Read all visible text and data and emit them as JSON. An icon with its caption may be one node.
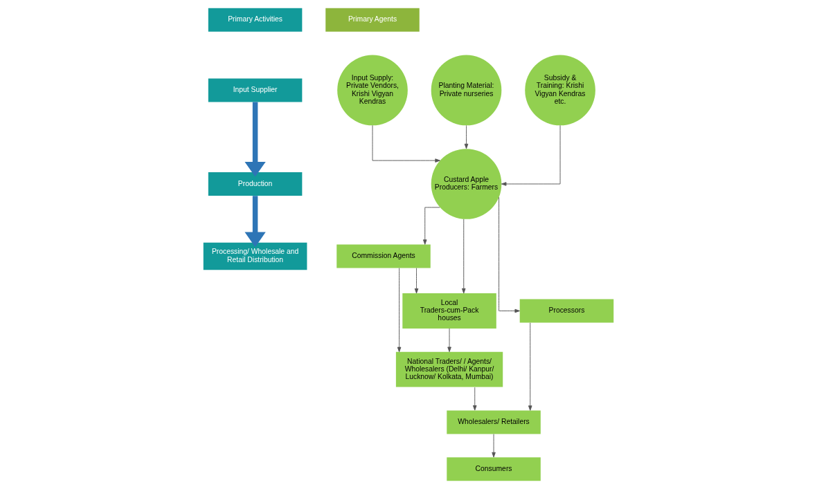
{
  "diagram": {
    "nodes": [
      {
        "text": [
          "Primary Activities"
        ]
      },
      {
        "text": [
          "Primary Agents"
        ]
      },
      {
        "text": [
          "Input Supplier"
        ]
      },
      {
        "text": [
          "Production"
        ]
      },
      {
        "text": [
          "Processing/ Wholesale and Retail Distribution"
        ]
      },
      {
        "text": [
          "Planting Material: Private nurseries"
        ]
      },
      {
        "text": [
          "Input Supply: Private Vendors, Krishi Vigyan Kendras"
        ]
      },
      {
        "text": [
          "Subsidy & Training: Krishi Vigyan Kendras etc."
        ]
      },
      {
        "text": [
          "Custard Apple Producers: Farmers"
        ]
      },
      {
        "text": [
          "Commission Agents"
        ]
      },
      {
        "text": [
          "National Traders/ / Agents/ Wholesalers (Delhi/ Kanpur/ Lucknow/ Kolkata, Mumbai)"
        ]
      },
      {
        "text": [
          "Local Traders-cum-Pack houses"
        ]
      },
      {
        "text": [
          "Processors"
        ]
      },
      {
        "text": [
          "Wholesalers/ Retailers"
        ]
      },
      {
        "text": [
          "Consumers"
        ]
      }
    ],
    "edges": [
      {
        "from": 2,
        "to": 3,
        "arrow": "to",
        "style": "thick",
        "color": "#2e75b6"
      },
      {
        "from": 3,
        "to": 4,
        "arrow": "to",
        "style": "thick",
        "color": "#2e75b6"
      },
      {
        "from": 5,
        "to": 8,
        "arrow": "to"
      },
      {
        "from": 6,
        "to": 8,
        "arrow": "to"
      },
      {
        "from": 7,
        "to": 8,
        "arrow": "to"
      },
      {
        "from": 8,
        "to": 9,
        "arrow": "to"
      },
      {
        "from": 8,
        "to": 11,
        "arrow": "to"
      },
      {
        "from": 8,
        "to": 12,
        "arrow": "to"
      },
      {
        "from": 9,
        "to": 10,
        "arrow": "to"
      },
      {
        "from": 9,
        "to": 11,
        "arrow": "to"
      },
      {
        "from": 11,
        "to": 10,
        "arrow": "to"
      },
      {
        "from": 10,
        "to": 13,
        "arrow": "to"
      },
      {
        "from": 12,
        "to": 13,
        "arrow": "to"
      },
      {
        "from": 13,
        "to": 14,
        "arrow": "to"
      }
    ]
  }
}
